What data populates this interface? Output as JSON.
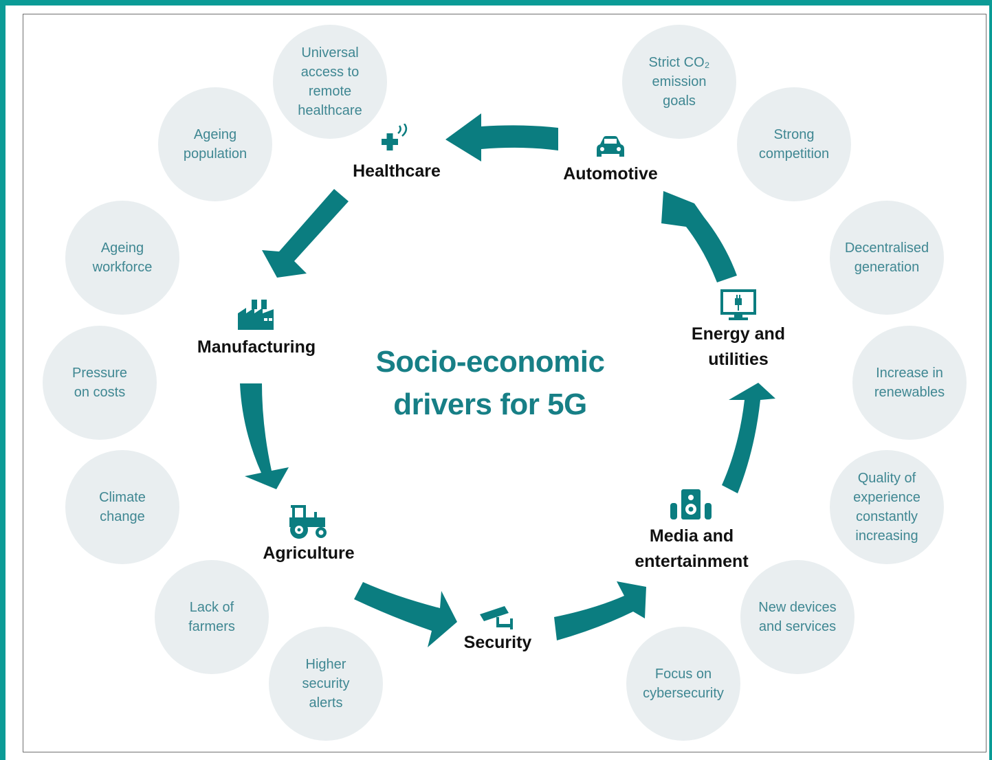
{
  "title": "Socio-economic\ndrivers for 5G",
  "colors": {
    "accent": "#0b7d80",
    "title": "#177f86",
    "bubble_bg": "#e9eef0",
    "bubble_text": "#3f8792",
    "frame": "#0b9b96"
  },
  "sectors": [
    {
      "key": "healthcare",
      "label": "Healthcare",
      "icon": "healthcare-plus-signal-icon"
    },
    {
      "key": "automotive",
      "label": "Automotive",
      "icon": "car-icon"
    },
    {
      "key": "energy",
      "label": "Energy and\nutilities",
      "icon": "monitor-plug-icon"
    },
    {
      "key": "media",
      "label": "Media and\nentertainment",
      "icon": "speakers-icon"
    },
    {
      "key": "security",
      "label": "Security",
      "icon": "cctv-camera-icon"
    },
    {
      "key": "agriculture",
      "label": "Agriculture",
      "icon": "tractor-icon"
    },
    {
      "key": "manufacturing",
      "label": "Manufacturing",
      "icon": "factory-icon"
    }
  ],
  "drivers": [
    {
      "text": "Universal\naccess to\nremote\nhealthcare"
    },
    {
      "text": "Ageing\npopulation"
    },
    {
      "text": "Strict CO₂\nemission\ngoals"
    },
    {
      "text": "Strong\ncompetition"
    },
    {
      "text": "Ageing\nworkforce"
    },
    {
      "text": "Decentralised\ngeneration"
    },
    {
      "text": "Pressure\non costs"
    },
    {
      "text": "Increase in\nrenewables"
    },
    {
      "text": "Climate\nchange"
    },
    {
      "text": "Quality of\nexperience\nconstantly\nincreasing"
    },
    {
      "text": "Lack of\nfarmers"
    },
    {
      "text": "New devices\nand services"
    },
    {
      "text": "Higher\nsecurity\nalerts"
    },
    {
      "text": "Focus on\ncybersecurity"
    }
  ]
}
